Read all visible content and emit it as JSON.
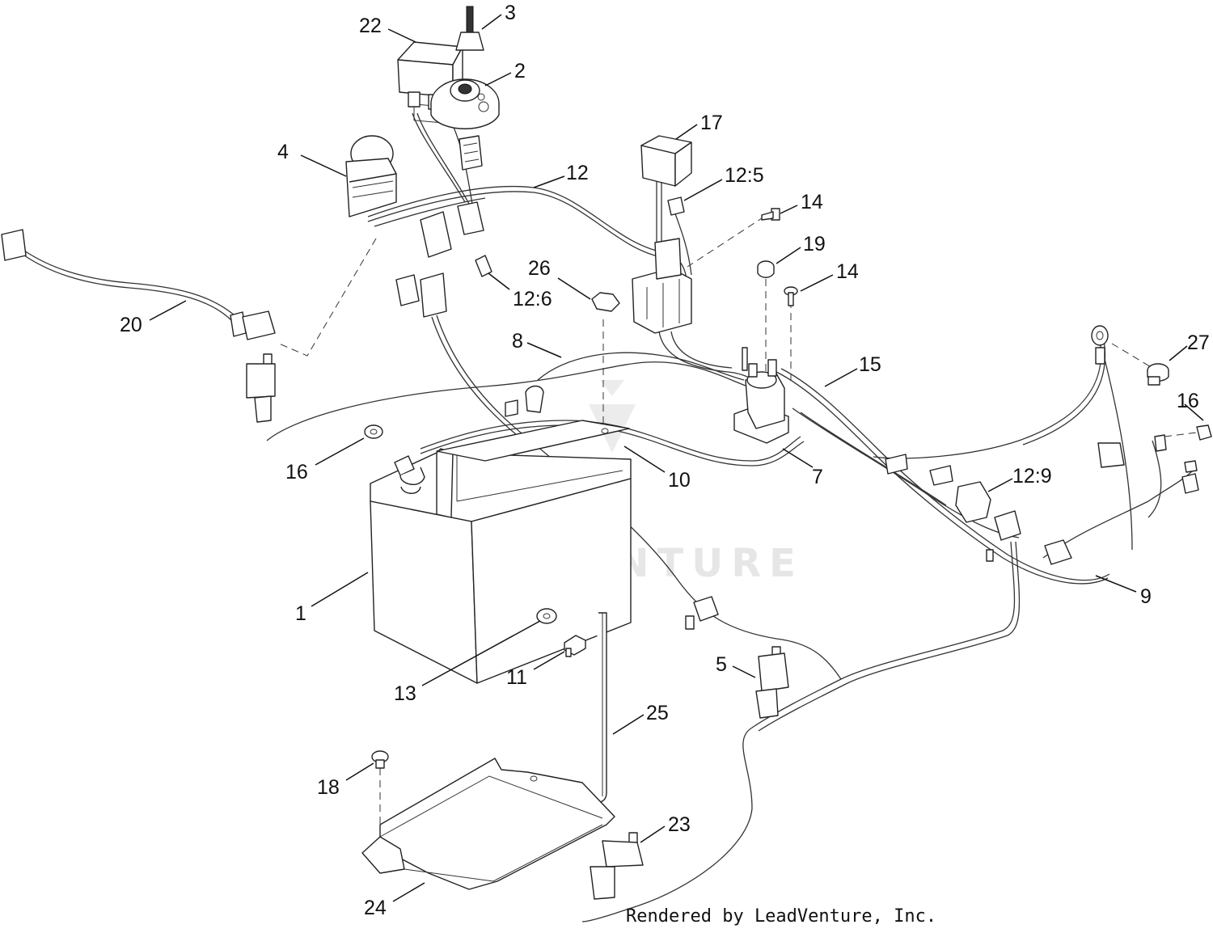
{
  "watermark_text": "LEADVENTURE",
  "footer_text": "Rendered by LeadVenture, Inc.",
  "callouts": [
    {
      "id": "c22",
      "label": "22"
    },
    {
      "id": "c3",
      "label": "3"
    },
    {
      "id": "c2",
      "label": "2"
    },
    {
      "id": "c17",
      "label": "17"
    },
    {
      "id": "c4",
      "label": "4"
    },
    {
      "id": "c12",
      "label": "12"
    },
    {
      "id": "c12-5",
      "label": "12:5"
    },
    {
      "id": "c14a",
      "label": "14"
    },
    {
      "id": "c19",
      "label": "19"
    },
    {
      "id": "c14b",
      "label": "14"
    },
    {
      "id": "c26",
      "label": "26"
    },
    {
      "id": "c12-6",
      "label": "12:6"
    },
    {
      "id": "c20",
      "label": "20"
    },
    {
      "id": "c8",
      "label": "8"
    },
    {
      "id": "c15",
      "label": "15"
    },
    {
      "id": "c27",
      "label": "27"
    },
    {
      "id": "c16a",
      "label": "16"
    },
    {
      "id": "c16b",
      "label": "16"
    },
    {
      "id": "c10",
      "label": "10"
    },
    {
      "id": "c7",
      "label": "7"
    },
    {
      "id": "c12-9",
      "label": "12:9"
    },
    {
      "id": "c1",
      "label": "1"
    },
    {
      "id": "c9",
      "label": "9"
    },
    {
      "id": "c5",
      "label": "5"
    },
    {
      "id": "c13",
      "label": "13"
    },
    {
      "id": "c11",
      "label": "11"
    },
    {
      "id": "c25",
      "label": "25"
    },
    {
      "id": "c18",
      "label": "18"
    },
    {
      "id": "c23",
      "label": "23"
    },
    {
      "id": "c24",
      "label": "24"
    }
  ]
}
